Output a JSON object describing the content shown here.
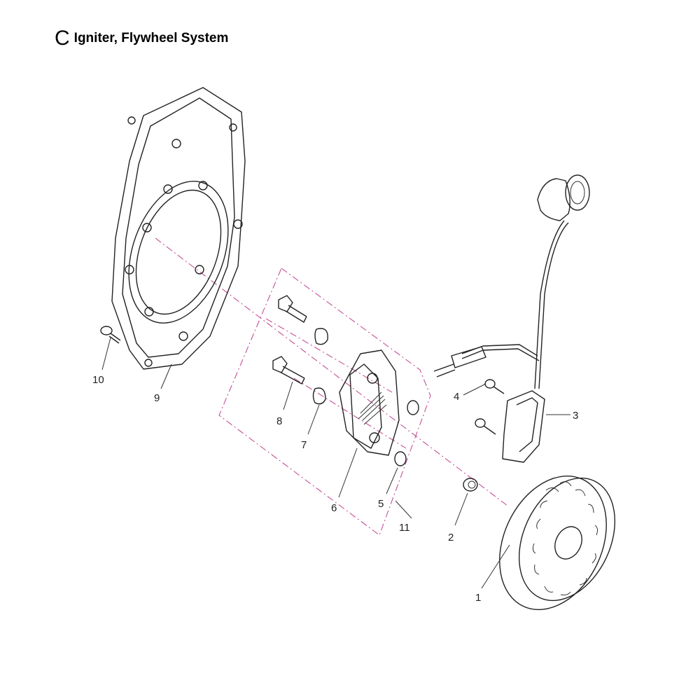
{
  "title": {
    "section_letter": "C",
    "name": "Igniter, Flywheel System"
  },
  "callouts": {
    "p1": "1",
    "p2": "2",
    "p3": "3",
    "p4": "4",
    "p5": "5",
    "p6": "6",
    "p7": "7",
    "p8": "8",
    "p9": "9",
    "p10": "10",
    "p11": "11"
  },
  "colors": {
    "lines": "#222222",
    "centerline": "#c0408a"
  }
}
